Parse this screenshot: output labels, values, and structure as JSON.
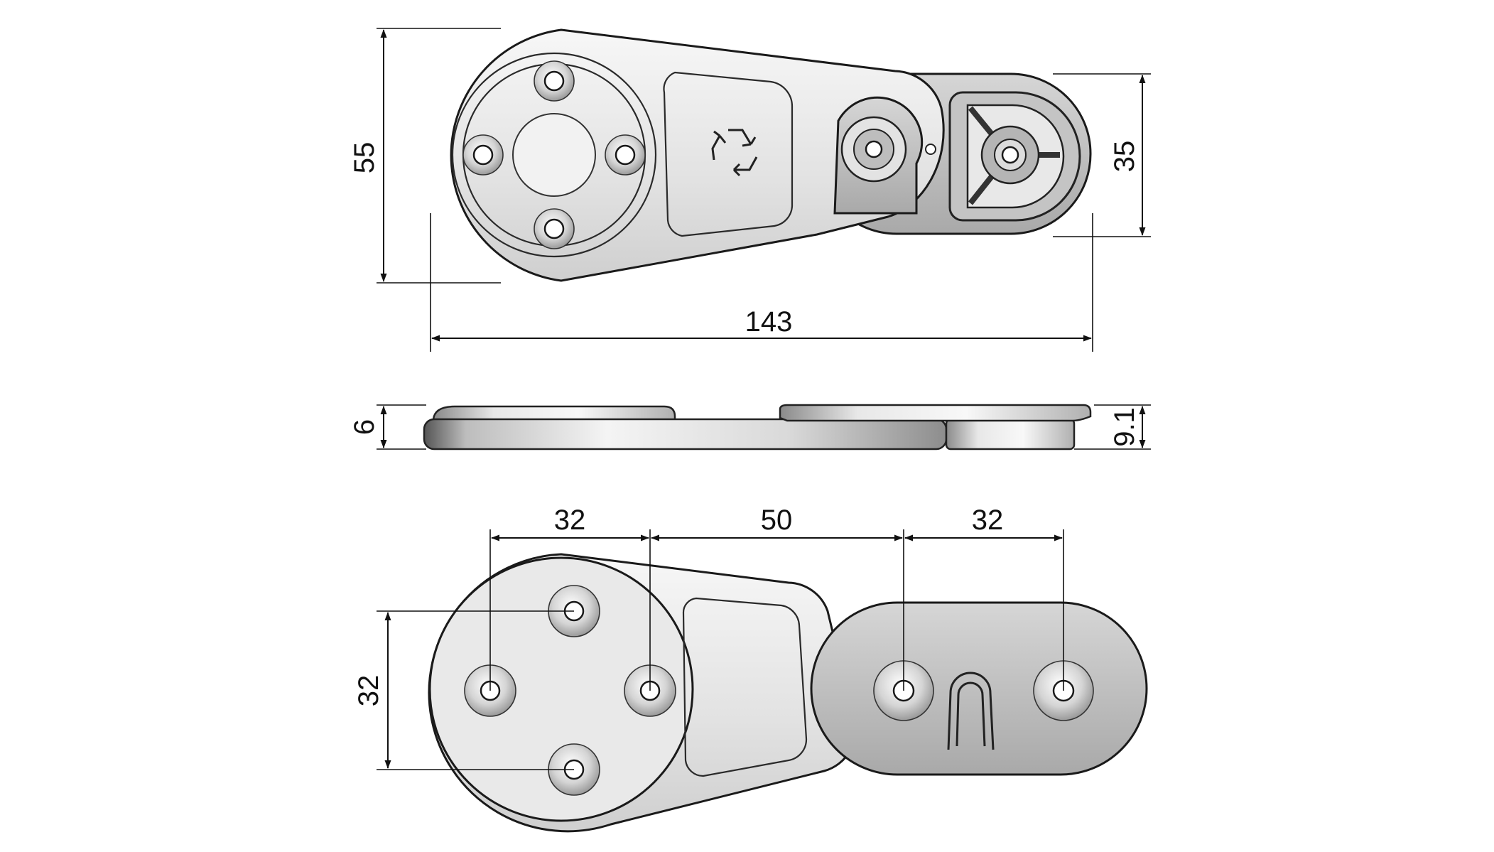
{
  "drawing": {
    "views": [
      "top",
      "side",
      "bottom"
    ],
    "dimensions": {
      "top_height": "55",
      "top_width": "143",
      "top_right_height": "35",
      "side_left_thickness": "6",
      "side_right_thickness": "9.1",
      "bottom_spacing_left": "32",
      "bottom_spacing_middle": "50",
      "bottom_spacing_right": "32",
      "bottom_vertical_spacing": "32"
    },
    "icons": [
      "recycle-icon"
    ],
    "colors": {
      "line": "#111111",
      "part_light": "#e6e6e6",
      "part_dark": "#bdbdbd"
    }
  }
}
